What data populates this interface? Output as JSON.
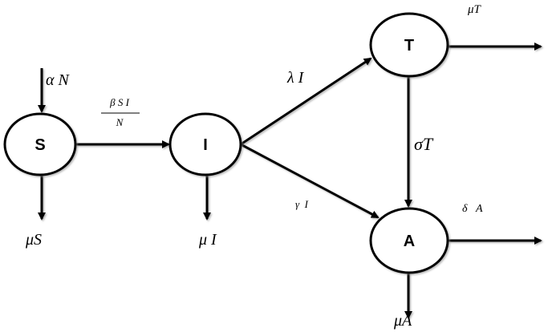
{
  "diagram": {
    "type": "compartmental-model",
    "nodes": [
      {
        "id": "S",
        "label": "S"
      },
      {
        "id": "I",
        "label": "I"
      },
      {
        "id": "T",
        "label": "T"
      },
      {
        "id": "A",
        "label": "A"
      }
    ],
    "edges": [
      {
        "from": "in",
        "to": "S",
        "label": "α N"
      },
      {
        "from": "S",
        "to": "I",
        "label_num": "β S I",
        "label_den": "N"
      },
      {
        "from": "S",
        "to": "out",
        "label": "μS"
      },
      {
        "from": "I",
        "to": "out",
        "label": "μ I"
      },
      {
        "from": "I",
        "to": "T",
        "label": "λ I"
      },
      {
        "from": "I",
        "to": "A",
        "label": "γ  I"
      },
      {
        "from": "T",
        "to": "out",
        "label": "μT"
      },
      {
        "from": "T",
        "to": "A",
        "label": "σT"
      },
      {
        "from": "A",
        "to": "out-right",
        "label": "δ   A"
      },
      {
        "from": "A",
        "to": "out-down",
        "label": "μA"
      }
    ]
  }
}
